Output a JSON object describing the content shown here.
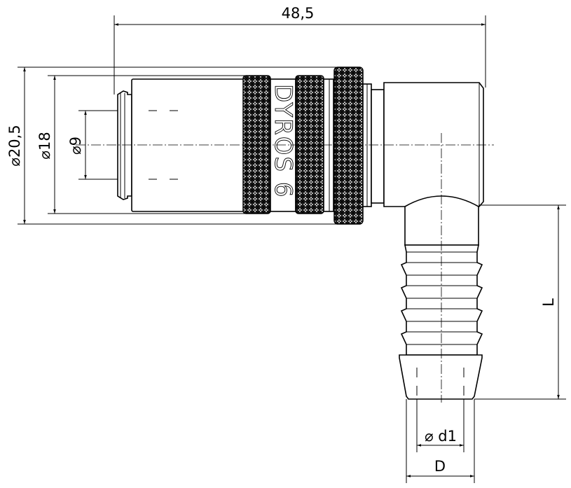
{
  "drawing": {
    "product_marking": "DYROS 6",
    "dimensions": {
      "overall_length": "48,5",
      "outer_diameter": "⌀20,5",
      "body_diameter": "⌀18",
      "bore_diameter": "⌀9",
      "hose_length": "L",
      "hose_inner_diameter": "⌀ d1",
      "hose_outer_diameter": "D"
    }
  }
}
